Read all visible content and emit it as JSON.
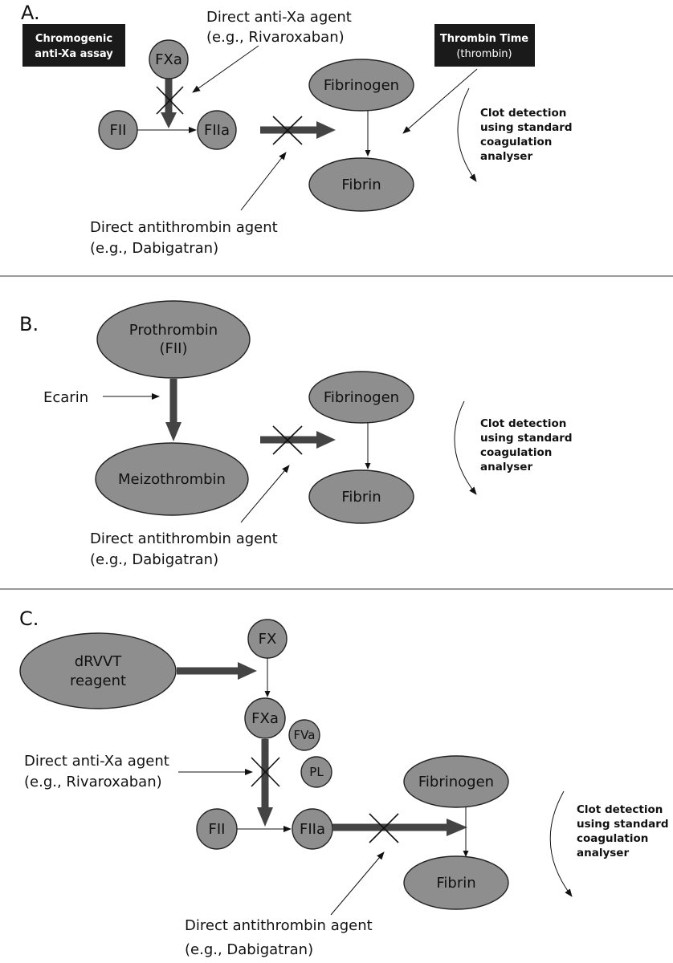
{
  "panels": {
    "a": {
      "letter": "A.",
      "assay_box": {
        "line1": "Chromogenic",
        "line2": "anti-Xa assay"
      },
      "thrombin_box": {
        "line1": "Thrombin Time",
        "line2": "(thrombin)"
      },
      "anti_xa": {
        "line1": "Direct anti-Xa agent",
        "line2": "(e.g., Rivaroxaban)"
      },
      "antithrombin": {
        "line1": "Direct antithrombin agent",
        "line2": "(e.g., Dabigatran)"
      },
      "nodes": {
        "fxa": "FXa",
        "fii": "FII",
        "fiia": "FIIa",
        "fibrinogen": "Fibrinogen",
        "fibrin": "Fibrin"
      },
      "clot": [
        "Clot detection",
        "using standard",
        "coagulation",
        "analyser"
      ]
    },
    "b": {
      "letter": "B.",
      "nodes": {
        "prothrombin1": "Prothrombin",
        "prothrombin2": "(FII)",
        "meizothrombin": "Meizothrombin",
        "fibrinogen": "Fibrinogen",
        "fibrin": "Fibrin"
      },
      "ecarin": "Ecarin",
      "antithrombin": {
        "line1": "Direct antithrombin agent",
        "line2": "(e.g., Dabigatran)"
      },
      "clot": [
        "Clot detection",
        "using standard",
        "coagulation",
        "analyser"
      ]
    },
    "c": {
      "letter": "C.",
      "nodes": {
        "drvvt1": "dRVVT",
        "drvvt2": "reagent",
        "fx": "FX",
        "fxa": "FXa",
        "fva": "FVa",
        "pl": "PL",
        "fii": "FII",
        "fiia": "FIIa",
        "fibrinogen": "Fibrinogen",
        "fibrin": "Fibrin"
      },
      "anti_xa": {
        "line1": "Direct anti-Xa agent",
        "line2": "(e.g., Rivaroxaban)"
      },
      "antithrombin": {
        "line1": "Direct antithrombin agent",
        "line2": "(e.g., Dabigatran)"
      },
      "clot": [
        "Clot detection",
        "using standard",
        "coagulation",
        "analyser"
      ]
    }
  },
  "colors": {
    "node_fill": "#8e8e8e",
    "box_fill": "#1a1a1a",
    "thick_arrow": "#444444"
  }
}
